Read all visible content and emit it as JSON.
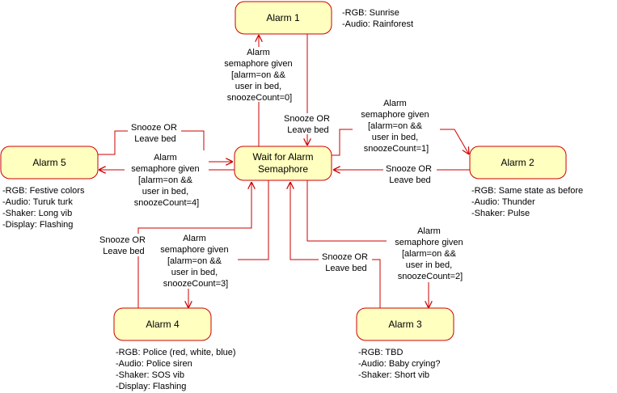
{
  "states": {
    "wait": {
      "line1": "Wait for Alarm",
      "line2": "Semaphore"
    },
    "alarm1": {
      "label": "Alarm 1"
    },
    "alarm2": {
      "label": "Alarm 2"
    },
    "alarm3": {
      "label": "Alarm 3"
    },
    "alarm4": {
      "label": "Alarm 4"
    },
    "alarm5": {
      "label": "Alarm 5"
    }
  },
  "notes": {
    "alarm1": [
      "-RGB: Sunrise",
      "-Audio: Rainforest"
    ],
    "alarm2": [
      "-RGB: Same state as before",
      "-Audio: Thunder",
      "-Shaker: Pulse"
    ],
    "alarm3": [
      "-RGB: TBD",
      "-Audio: Baby crying?",
      "-Shaker: Short vib"
    ],
    "alarm4": [
      "-RGB: Police (red, white, blue)",
      "-Audio: Police siren",
      "-Shaker: SOS vib",
      "-Display: Flashing"
    ],
    "alarm5": [
      "-RGB: Festive colors",
      "-Audio: Turuk turk",
      "-Shaker: Long vib",
      "-Display: Flashing"
    ]
  },
  "transitions": {
    "to_alarm1": [
      "Alarm",
      "semaphore given",
      "[alarm=on &&",
      "user in bed,",
      "snoozeCount=0]"
    ],
    "to_alarm2": [
      "Alarm",
      "semaphore given",
      "[alarm=on &&",
      "user in bed,",
      "snoozeCount=1]"
    ],
    "to_alarm3": [
      "Alarm",
      "semaphore given",
      "[alarm=on &&",
      "user in bed,",
      "snoozeCount=2]"
    ],
    "to_alarm4": [
      "Alarm",
      "semaphore given",
      "[alarm=on &&",
      "user in bed,",
      "snoozeCount=3]"
    ],
    "to_alarm5": [
      "Alarm",
      "semaphore given",
      "[alarm=on &&",
      "user in bed,",
      "snoozeCount=4]"
    ],
    "from_alarm1": [
      "Snooze OR",
      "Leave bed"
    ],
    "from_alarm2": [
      "Snooze OR",
      "Leave bed"
    ],
    "from_alarm3": [
      "Snooze OR",
      "Leave bed"
    ],
    "from_alarm4": [
      "Snooze OR",
      "Leave bed"
    ],
    "from_alarm5": [
      "Snooze OR",
      "Leave bed"
    ]
  }
}
